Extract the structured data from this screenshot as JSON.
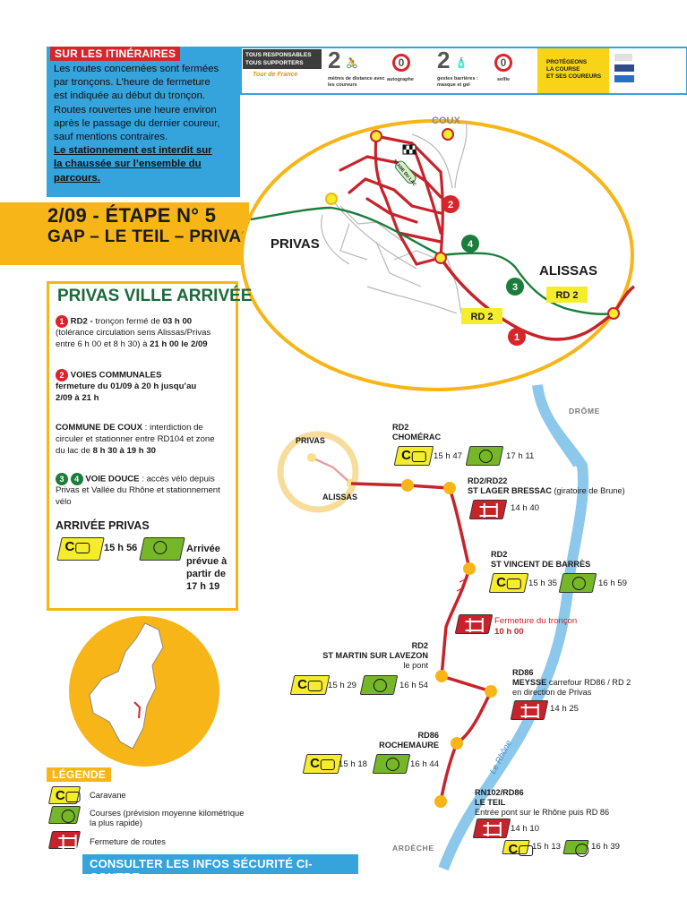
{
  "info": {
    "tag": "SUR LES ITINÉRAIRES",
    "lines": [
      "Les routes concernées sont fermées",
      "par tronçons. L’heure de fermeture",
      "est indiquée au début du tronçon.",
      "Routes rouvertes une heure environ",
      "après le passage du dernier coureur,",
      "sauf mentions contraires."
    ],
    "underlined": [
      "Le stationnement est interdit sur",
      "la chaussée sur l’ensemble du",
      "parcours."
    ]
  },
  "banner": {
    "line1": "TOUS RESPONSABLES",
    "line2": "TOUS SUPPORTERS",
    "logo": "Tour de France",
    "n1": "2",
    "t1": "mètres de distance avec les coureurs",
    "n2": "0",
    "t2": "autographe",
    "n3": "2",
    "t3": "gestes barrières : masque et gel",
    "n4": "0",
    "t4": "selfie",
    "yellow1": "PROTÉGEONS",
    "yellow2": "LA COURSE",
    "yellow3": "ET SES COUREURS"
  },
  "stage": {
    "line1": "2/09 - ÉTAPE N° 5",
    "line2": "GAP – LE TEIL – PRIVAS"
  },
  "detail": {
    "title": "PRIVAS VILLE ARRIVÉE",
    "item1_num": "1",
    "item1_a": "RD2 - ",
    "item1_b": "tronçon fermé de ",
    "item1_c": "03 h 00",
    "item1_d": "(tolérance circulation sens Alissas/Privas",
    "item1_e": "entre 6 h 00 et 8 h 30) à ",
    "item1_f": "21 h 00 le 2/09",
    "item2_num": "2",
    "item2_a": "VOIES COMMUNALES",
    "item2_b": "fermeture du 01/09 à 20 h jusqu’au",
    "item2_c": "2/09 à 21 h",
    "item3_a": "COMMUNE DE COUX",
    "item3_b": " : interdiction de",
    "item3_c": "circuler et stationner entre RD104 et zone",
    "item3_d": "du lac de ",
    "item3_e": "8 h 30 à 19 h 30",
    "item4_n1": "3",
    "item4_n2": "4",
    "item4_a": "VOIE DOUCE",
    "item4_b": " : accès vélo depuis",
    "item4_c": "Privas et Vallée du Rhône et stationnement",
    "item4_d": "vélo",
    "arrival_title": "ARRIVÉE PRIVAS",
    "arrival_car_time": "15 h 56",
    "arrival_l1": "Arrivée",
    "arrival_l2": "prévue à",
    "arrival_l3": "partir de",
    "arrival_l4": "17 h 19"
  },
  "zoom_map": {
    "coux": "COUX",
    "privas": "PRIVAS",
    "alissas": "ALISSAS",
    "rd2a": "RD 2",
    "rd2b": "RD 2",
    "finish_sign": "STADE DU LAC",
    "m1": "1",
    "m2": "2",
    "m3": "3",
    "m4": "4"
  },
  "route": {
    "drome": "DRÔME",
    "ardeche": "ARDÈCHE",
    "rhone": "Le Rhône",
    "mini_privas": "PRIVAS",
    "mini_alissas": "ALISSAS",
    "chomerac_code": "RD2",
    "chomerac_name": "CHOMÉRAC",
    "chomerac_car": "15 h 47",
    "chomerac_bike": "17 h 11",
    "lager_code": "RD2/RD22",
    "lager_name": "ST LAGER BRESSAC",
    "lager_note": " (giratoire de Brune)",
    "lager_close": "14 h 40",
    "vincent_code": "RD2",
    "vincent_name": "ST VINCENT DE BARRÈS",
    "vincent_car": "15 h 35",
    "vincent_bike": "16 h 59",
    "closure_label": "Fermeture du tronçon",
    "closure_time": "10 h 00",
    "martin_code": "RD2",
    "martin_name": "ST MARTIN SUR LAVEZON",
    "martin_note": "le pont",
    "martin_car": "15 h 29",
    "martin_bike": "16 h 54",
    "meysse_code": "RD86",
    "meysse_name": "MEYSSE",
    "meysse_note1": " carrefour RD86 / RD 2",
    "meysse_note2": "en direction de Privas",
    "meysse_close": "14 h 25",
    "roche_code": "RD86",
    "roche_name": "ROCHEMAURE",
    "roche_car": "15 h 18",
    "roche_bike": "16 h 44",
    "teil_code": "RN102/RD86",
    "teil_name": "LE TEIL",
    "teil_note": "Entrée pont sur le Rhône puis RD 86",
    "teil_close": "14 h 10",
    "teil_car": "15 h 13",
    "teil_bike": "16 h 39"
  },
  "legend": {
    "tag": "LÉGENDE",
    "caravane": "Caravane",
    "courses1": "Courses (prévision moyenne kilométrique",
    "courses2": "la plus rapide)",
    "fermeture": "Fermeture de routes"
  },
  "bottom": {
    "label": "CONSULTER LES INFOS SÉCURITÉ CI-CONTRE"
  },
  "colors": {
    "blue": "#35a3dc",
    "yellow": "#f7b517",
    "red": "#d7262b",
    "green": "#1a7d3b"
  }
}
